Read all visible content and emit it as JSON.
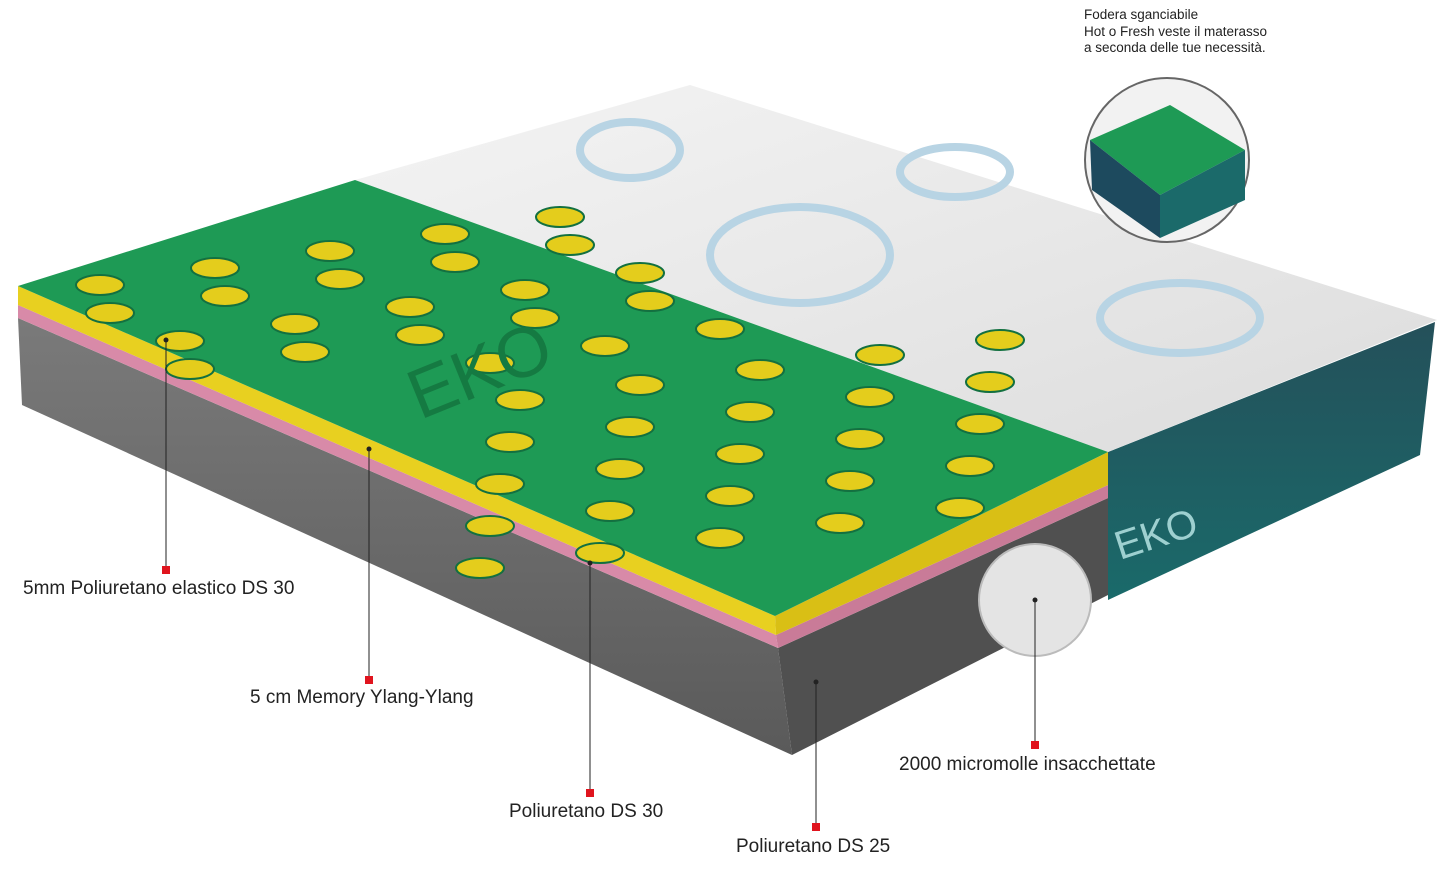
{
  "cover_note": {
    "title": "Fodera sganciabile",
    "line1": "Hot o Fresh veste il materasso",
    "line2": "a seconda delle tue necessità."
  },
  "brand": "EKO",
  "layers": [
    {
      "label": "5mm Poliuretano elastico DS 30"
    },
    {
      "label": "5 cm Memory Ylang-Ylang"
    },
    {
      "label": "Poliuretano DS 30"
    },
    {
      "label": "Poliuretano DS 25"
    },
    {
      "label": "2000 micromolle insacchettate"
    }
  ],
  "colors": {
    "green": "#1e9a55",
    "yellow": "#e8d020",
    "pink": "#d88aa8",
    "gray": "#6e6e6e",
    "teal": "#1d5a5e",
    "marker": "#e0141e"
  }
}
